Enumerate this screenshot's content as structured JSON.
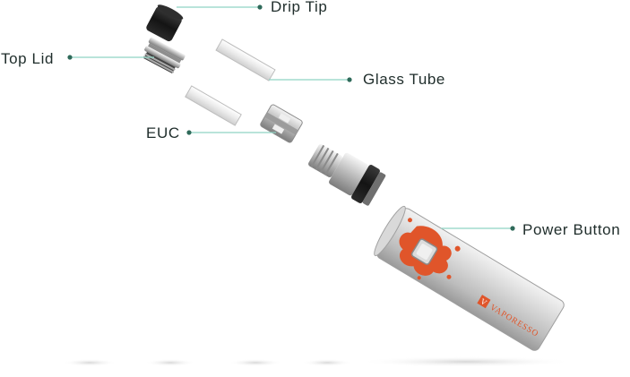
{
  "labels": {
    "drip_tip": "Drip Tip",
    "top_lid": "Top Lid",
    "glass_tube": "Glass Tube",
    "euc": "EUC",
    "power_button": "Power Button"
  },
  "brand": {
    "text": "VAPORESSO",
    "mark": "V"
  },
  "colors": {
    "leader_line": "#8fd3c3",
    "leader_dot": "#2f6a5a",
    "label_text": "#1f2d2b",
    "splash": "#e0552a",
    "drip_tip": "#1c1c1c",
    "metal": "#c9c9c9"
  }
}
